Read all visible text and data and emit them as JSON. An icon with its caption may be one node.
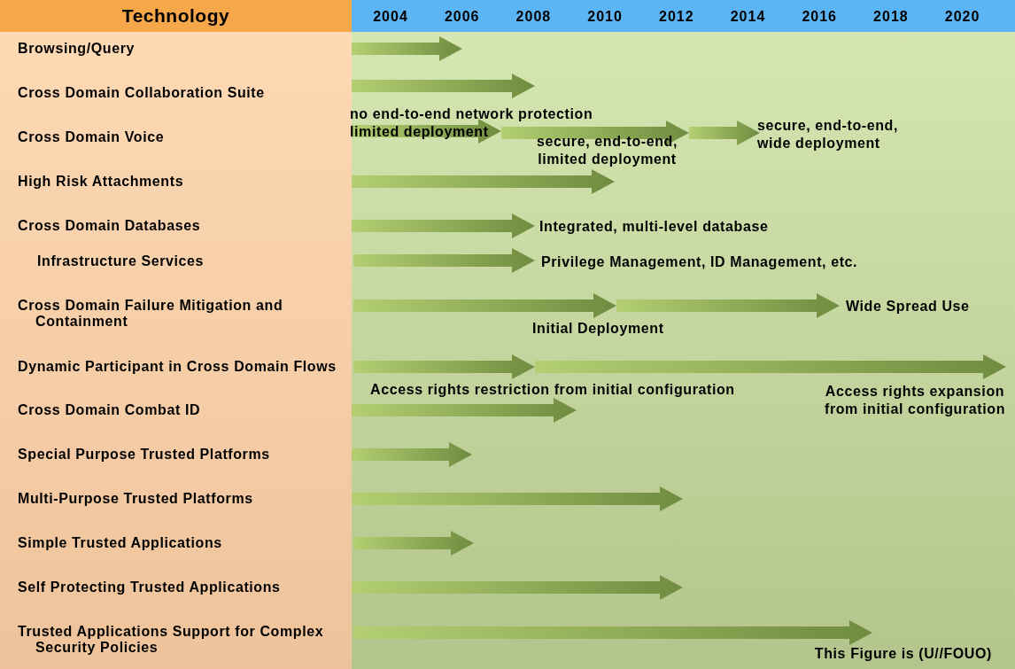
{
  "diagram": {
    "nodes": [
      {
        "text": [
          "Browsing/Query"
        ]
      },
      {
        "text": [],
        "shape": "arrow"
      },
      {
        "text": [
          "Cross Domain Collaboration Suite"
        ]
      },
      {
        "text": [],
        "shape": "arrow"
      },
      {
        "text": [
          "Cross Domain Voice"
        ]
      },
      {
        "text": [],
        "shape": "arrow",
        "beside": [
          "no end-to-end network protection limited deployment"
        ]
      },
      {
        "text": [],
        "shape": "arrow",
        "beside": [
          "secure, end-to-end, limited deployment"
        ]
      },
      {
        "text": [],
        "shape": "arrow",
        "beside": [
          "secure, end-to-end, wide deployment"
        ]
      },
      {
        "text": [
          "High Risk Attachments"
        ]
      },
      {
        "text": [],
        "shape": "arrow"
      },
      {
        "text": [
          "Cross Domain Databases"
        ]
      },
      {
        "text": [],
        "shape": "arrow",
        "beside": [
          "Integrated, multi-level database"
        ]
      },
      {
        "text": [
          "Infrastructure Services"
        ]
      },
      {
        "text": [],
        "shape": "arrow",
        "beside": [
          "Privilege Management, ID Management, etc."
        ]
      },
      {
        "text": [
          "Cross Domain Failure Mitigation and Containment"
        ]
      },
      {
        "text": [],
        "shape": "arrow",
        "beside": [
          "Initial Deployment"
        ]
      },
      {
        "text": [],
        "shape": "arrow",
        "beside": [
          "Wide Spread Use"
        ]
      },
      {
        "text": [
          "Dynamic Participant in Cross Domain Flows"
        ]
      },
      {
        "text": [],
        "shape": "arrow",
        "beside": [
          "Access rights restriction from initial configuration"
        ]
      },
      {
        "text": [],
        "shape": "arrow",
        "beside": [
          "Access rights expansion from initial configuration"
        ]
      },
      {
        "text": [
          "Cross Domain Combat ID"
        ]
      },
      {
        "text": [],
        "shape": "arrow"
      },
      {
        "text": [
          "Special Purpose Trusted Platforms"
        ]
      },
      {
        "text": [],
        "shape": "arrow"
      },
      {
        "text": [
          "Multi-Purpose Trusted Platforms"
        ]
      },
      {
        "text": [],
        "shape": "arrow"
      },
      {
        "text": [
          "Simple Trusted Applications"
        ]
      },
      {
        "text": [],
        "shape": "arrow"
      },
      {
        "text": [
          "Self Protecting Trusted Applications"
        ]
      },
      {
        "text": [],
        "shape": "arrow"
      },
      {
        "text": [
          "Trusted Applications Support for Complex Security Policies"
        ]
      },
      {
        "text": [],
        "shape": "arrow"
      }
    ],
    "labels": [
      "Technology",
      "2004",
      "2006",
      "2008",
      "2010",
      "2012",
      "2014",
      "2016",
      "2018",
      "2020",
      "This Figure is (U//FOUO)"
    ]
  }
}
